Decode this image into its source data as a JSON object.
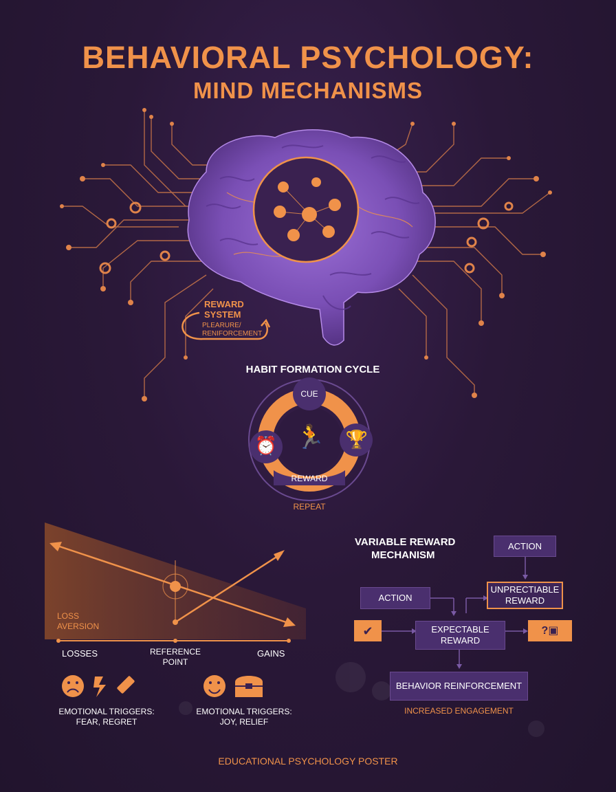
{
  "title": "BEHAVIORAL PSYCHOLOGY:",
  "subtitle": "MIND MECHANISMS",
  "reward_system": {
    "label_line1": "REWARD",
    "label_line2": "SYSTEM",
    "desc_line1": "PLEARURE/",
    "desc_line2": "RENIFORCEMENT"
  },
  "habit_cycle": {
    "title": "HABIT FORMATION CYCLE",
    "cue": "CUE",
    "reward": "REWARD",
    "repeat": "REPEAT",
    "icons": [
      "alarm-clock-icon",
      "running-person-icon",
      "trophy-icon"
    ]
  },
  "loss_aversion": {
    "label_line1": "LOSS",
    "label_line2": "AVERSION",
    "axis_left": "LOSSES",
    "axis_center_line1": "REFERENCE",
    "axis_center_line2": "POINT",
    "axis_right": "GAINS",
    "left_triggers_line1": "EMOTIONAL TRIGGERS:",
    "left_triggers_line2": "FEAR, REGRET",
    "right_triggers_line1": "EMOTIONAL TRIGGERS:",
    "right_triggers_line2": "JOY, RELIEF"
  },
  "variable_reward": {
    "title_line1": "VARIABLE REWARD",
    "title_line2": "MECHANISM",
    "action_top": "ACTION",
    "action_left": "ACTION",
    "unpredictable_line1": "UNPRECTIABLE",
    "unpredictable_line2": "REWARD",
    "expectable_line1": "EXPECTABLE",
    "expectable_line2": "REWARD",
    "behavior": "BEHAVIOR REINFORCEMENT",
    "engagement": "INCREASED ENGAGEMENT"
  },
  "footer": "EDUCATIONAL PSYCHOLOGY POSTER",
  "colors": {
    "accent": "#f0924a",
    "purple": "#7a4fb5",
    "background": "#2a1838"
  }
}
